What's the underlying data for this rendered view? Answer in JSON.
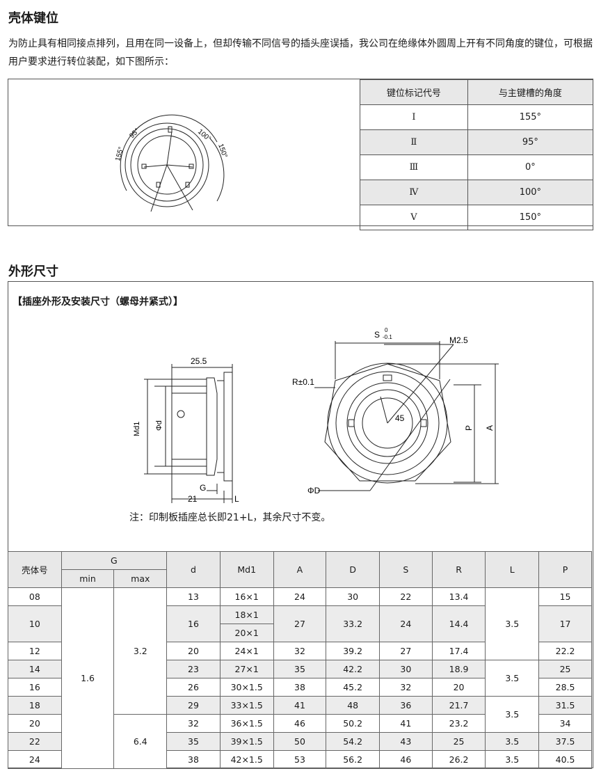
{
  "section1": {
    "title": "壳体键位",
    "paragraph": "为防止具有相同接点排列，且用在同一设备上，但却传输不同信号的插头座误插，我公司在绝缘体外圆周上开有不同角度的键位，可根据用户要求进行转位装配，如下图所示：",
    "diagram_labels": {
      "a155": "155°",
      "a95": "95°",
      "a100": "100°",
      "a150": "150°"
    },
    "key_table": {
      "headers": [
        "键位标记代号",
        "与主键槽的角度"
      ],
      "rows": [
        {
          "code": "Ⅰ",
          "angle": "155°"
        },
        {
          "code": "Ⅱ",
          "angle": "95°"
        },
        {
          "code": "Ⅲ",
          "angle": "0°"
        },
        {
          "code": "Ⅳ",
          "angle": "100°"
        },
        {
          "code": "Ⅴ",
          "angle": "150°"
        }
      ]
    }
  },
  "section2": {
    "title": "外形尺寸",
    "subtitle": "【插座外形及安装尺寸（螺母并紧式）】",
    "drawing_labels": {
      "dim_25_5": "25.5",
      "md1": "Md1",
      "phid": "Φd",
      "g": "G",
      "dim_21": "21",
      "l": "L",
      "s": "S",
      "s_tol_upper": "0",
      "s_tol_lower": "-0.1",
      "m2_5": "M2.5",
      "r": "R±0.1",
      "a45": "45",
      "p": "P",
      "a": "A",
      "phiD": "ΦD"
    },
    "note": "注：印制板插座总长即21+L，其余尺寸不变。",
    "table": {
      "header": {
        "shell": "壳体号",
        "g": "G",
        "gmin": "min",
        "gmax": "max",
        "d": "d",
        "md1": "Md1",
        "A": "A",
        "D": "D",
        "S": "S",
        "R": "R",
        "L": "L",
        "P": "P"
      },
      "merged": {
        "gmin": "1.6",
        "gmax_1": "3.2",
        "gmax_2": "6.4",
        "L_1": "3.5",
        "L_2": "3.5",
        "L_3": "3.5",
        "L_4": "3.5",
        "L_5": "3.5"
      },
      "rows": [
        {
          "shell": "08",
          "d": "13",
          "md1": "16×1",
          "A": "24",
          "D": "30",
          "S": "22",
          "R": "13.4",
          "P": "15"
        },
        {
          "shell": "10",
          "d": "16",
          "md1": "18×1",
          "md1b": "20×1",
          "A": "27",
          "D": "33.2",
          "S": "24",
          "R": "14.4",
          "P": "17"
        },
        {
          "shell": "12",
          "d": "20",
          "md1": "24×1",
          "A": "32",
          "D": "39.2",
          "S": "27",
          "R": "17.4",
          "P": "22.2"
        },
        {
          "shell": "14",
          "d": "23",
          "md1": "27×1",
          "A": "35",
          "D": "42.2",
          "S": "30",
          "R": "18.9",
          "P": "25"
        },
        {
          "shell": "16",
          "d": "26",
          "md1": "30×1.5",
          "A": "38",
          "D": "45.2",
          "S": "32",
          "R": "20",
          "P": "28.5"
        },
        {
          "shell": "18",
          "d": "29",
          "md1": "33×1.5",
          "A": "41",
          "D": "48",
          "S": "36",
          "R": "21.7",
          "P": "31.5"
        },
        {
          "shell": "20",
          "d": "32",
          "md1": "36×1.5",
          "A": "46",
          "D": "50.2",
          "S": "41",
          "R": "23.2",
          "P": "34"
        },
        {
          "shell": "22",
          "d": "35",
          "md1": "39×1.5",
          "A": "50",
          "D": "54.2",
          "S": "43",
          "R": "25",
          "P": "37.5"
        },
        {
          "shell": "24",
          "d": "38",
          "md1": "42×1.5",
          "A": "53",
          "D": "56.2",
          "S": "46",
          "R": "26.2",
          "P": "40.5"
        }
      ]
    }
  }
}
